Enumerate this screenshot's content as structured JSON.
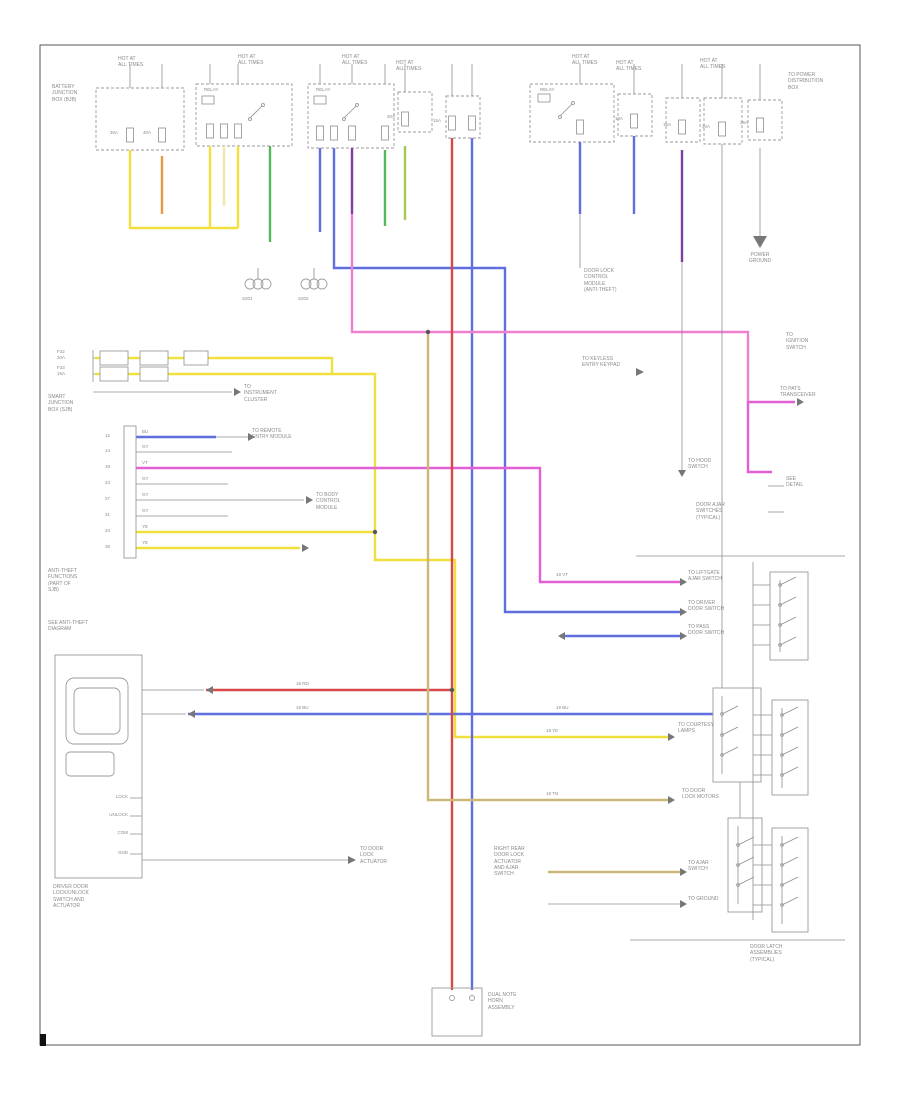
{
  "palette": {
    "yellow": "#f0df3c",
    "pale_yellow": "#efe8a8",
    "orange": "#e89a40",
    "green": "#55b85a",
    "light_green": "#a4c94e",
    "blue": "#5f6fe0",
    "purple": "#7b3fa6",
    "pink": "#f07fd0",
    "magenta": "#e35fd6",
    "red": "#d84848",
    "tan": "#c9b877",
    "gray": "#999999"
  },
  "labels": {
    "hot": "HOT AT\nALL TIMES",
    "bjb": "BATTERY\nJUNCTION\nBOX (BJB)",
    "sjb": "SMART\nJUNCTION\nBOX (SJB)",
    "sjb2": "ANTI-THEFT\nFUNCTIONS\n(PART OF\nSJB)",
    "seenote": "SEE ANTI-THEFT\nDIAGRAM",
    "relay": "RELAY",
    "fa": "30A",
    "fb": "40A",
    "fd": "20A",
    "fe": "15A",
    "fg": "10A",
    "fh": "15A",
    "fi": "20A",
    "fj": "25A",
    "band1": "F32\n20A",
    "band2": "F33\n15A",
    "p1": "12",
    "p2": "14",
    "p3": "19",
    "p4": "23",
    "p5": "27",
    "p6": "31",
    "p7": "34",
    "p8": "36",
    "c1": "BU",
    "c2": "GY",
    "c3": "VT",
    "c4": "GY",
    "c5": "GY",
    "c6": "GY",
    "c7": "YE",
    "c8": "YE",
    "row1": "TO REMOTE\nENTRY MODULE",
    "ipc": "TO\nINSTRUMENT\nCLUSTER",
    "bcm": "TO BODY\nCONTROL\nMODULE",
    "ddm": "DOOR LOCK\nCONTROL\nMODULE\n(ANTI-THEFT)",
    "keypad": "TO KEYLESS\nENTRY KEYPAD",
    "hood": "TO HOOD\nSWITCH",
    "ign": "TO\nIGNITION\nSWITCH",
    "pats": "TO PATS\nTRANSCEIVER",
    "ajar_note": "DOOR AJAR\nSWITCHES\n(TYPICAL)",
    "detail": "SEE\nDETAIL",
    "lg_end": "TO LIFTGATE\nAJAR SWITCH",
    "dr_end": "TO DRIVER\nDOOR SWITCH",
    "ps_end": "TO PASS\nDOOR SWITCH",
    "courtesy": "TO COURTESY\nLAMPS",
    "lockmot": "TO DOOR\nLOCK MOTORS",
    "horn": "DUAL NOTE\nHORN\nASSEMBLY",
    "lockSw": "DRIVER DOOR\nLOCK/UNLOCK\nSWITCH AND\nACTUATOR",
    "act_end": "TO DOOR\nLOCK\nACTUATOR",
    "rr_block": "RIGHT REAR\nDOOR LOCK\nACTUATOR\nAND AJAR\nSWITCH",
    "ajar_end": "TO AJAR\nSWITCH",
    "gnd_end": "TO GROUND",
    "pwr_gnd": "POWER\nGROUND",
    "top_right": "TO POWER\nDISTRIBUTION\nBOX",
    "latch_note": "DOOR LATCH\nASSEMBLIES\n(TYPICAL)",
    "s1": "S201",
    "s2": "S202",
    "rd18": "18 RD",
    "bu18": "18 BU",
    "ye18": "18 YE",
    "tn18": "18 TN",
    "vt18": "18 VT",
    "m1": "LOCK",
    "m2": "UNLOCK",
    "m3": "COM",
    "m4": "GND"
  }
}
